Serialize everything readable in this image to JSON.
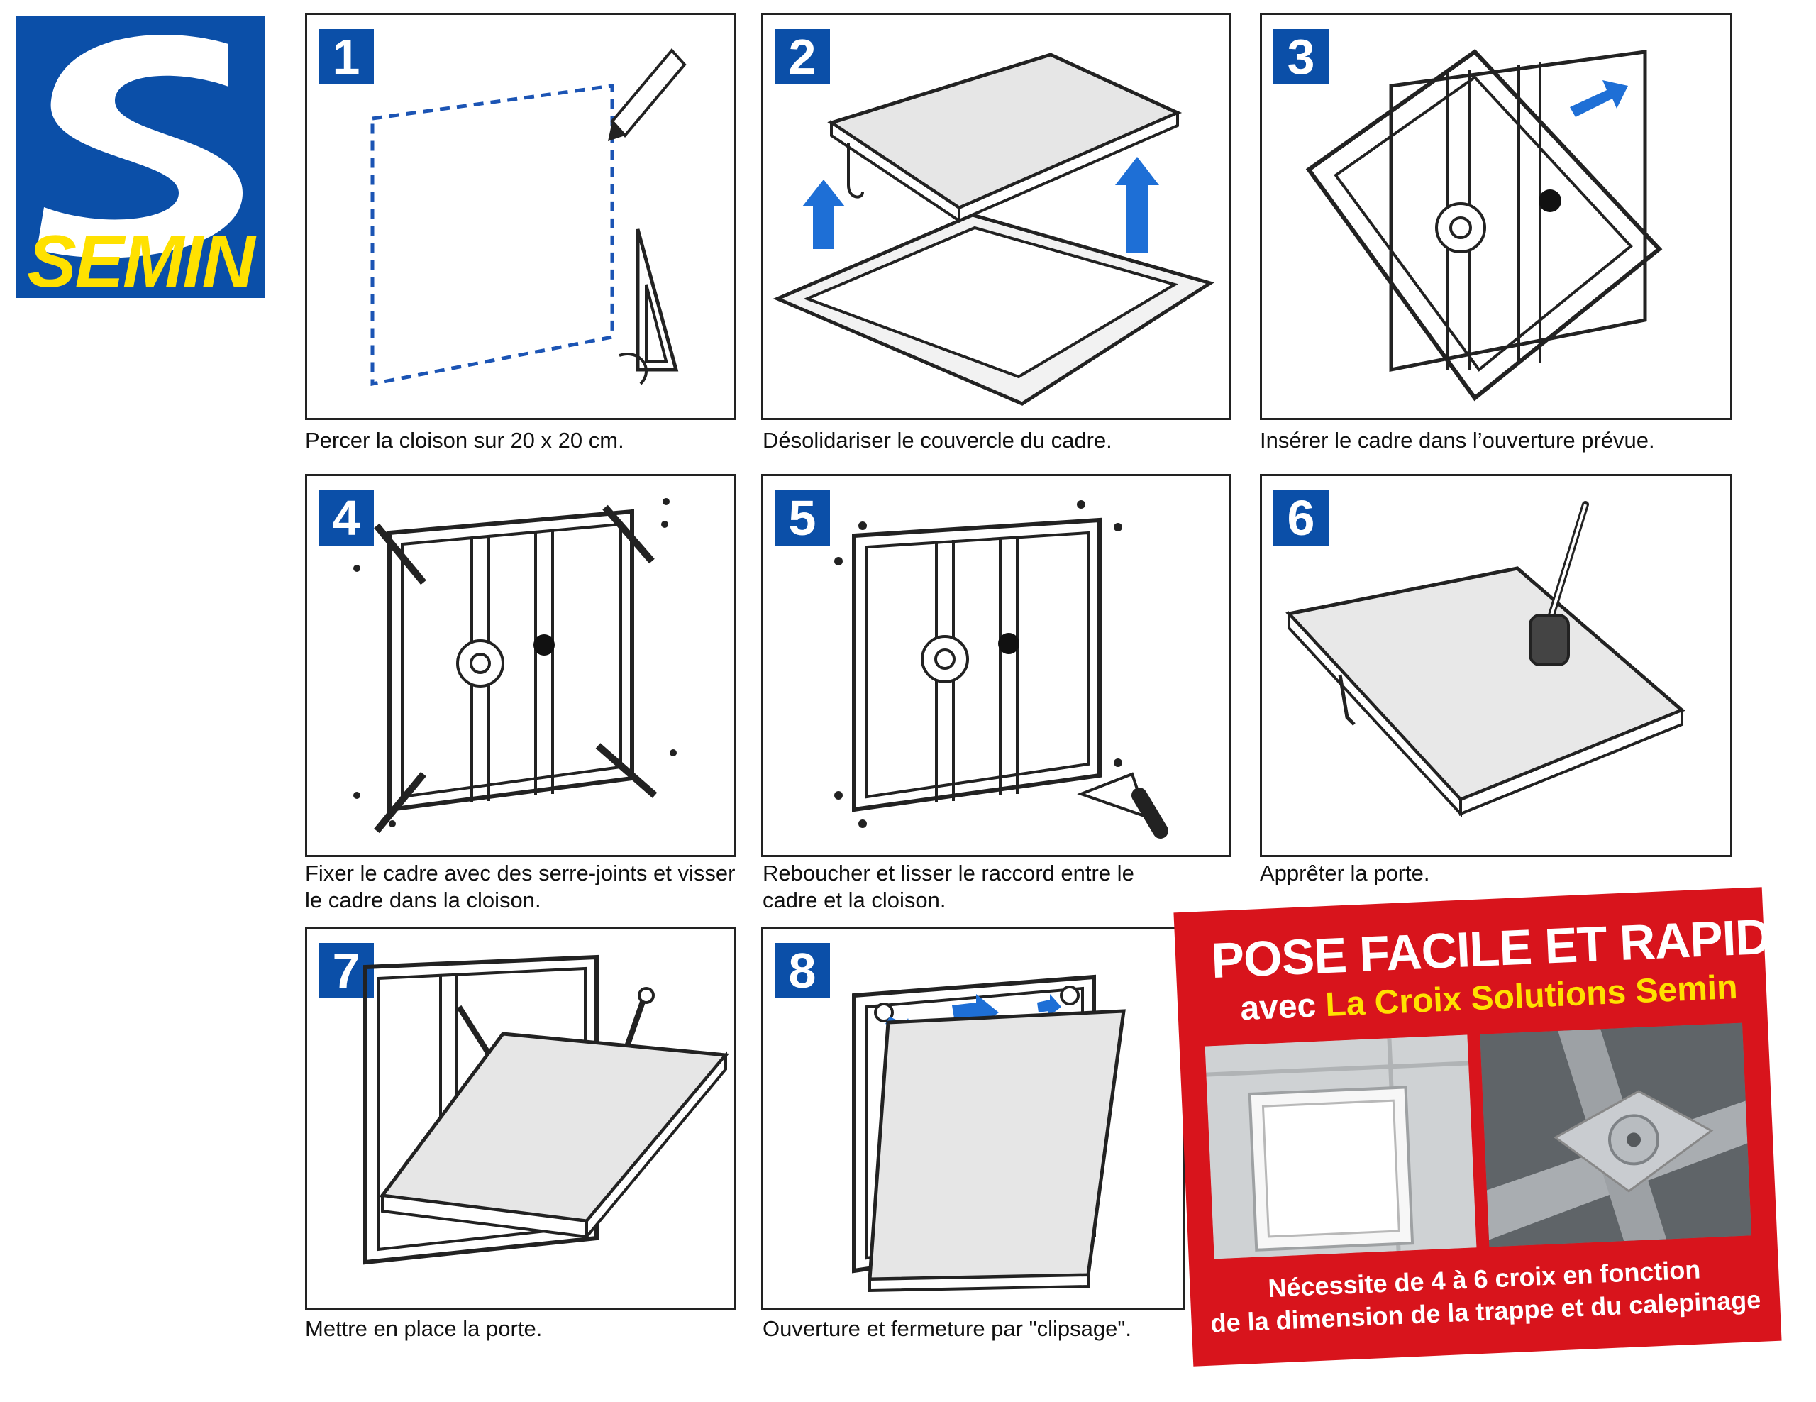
{
  "brand": {
    "logo_text": "SEMIN",
    "colors": {
      "blue": "#0b4fa8",
      "yellow": "#ffe100",
      "red": "#d8141c"
    }
  },
  "steps": [
    {
      "number": "1",
      "caption": "Percer la cloison sur 20 x 20 cm.",
      "icons": [
        "pencil-icon",
        "set-square-icon"
      ]
    },
    {
      "number": "2",
      "caption": "Désolidariser le couvercle du cadre.",
      "icons": [
        "up-arrow-icon"
      ]
    },
    {
      "number": "3",
      "caption": "Insérer le cadre dans l’ouverture prévue.",
      "icons": [
        "right-arrow-icon"
      ]
    },
    {
      "number": "4",
      "caption_line1": "Fixer le cadre avec des serre-joints et visser",
      "caption_line2": "le cadre dans la cloison.",
      "icons": [
        "clamp-icon",
        "screw-icon"
      ]
    },
    {
      "number": "5",
      "caption_line1": "Reboucher et lisser le raccord entre le",
      "caption_line2": "cadre et la cloison.",
      "icons": [
        "putty-knife-icon"
      ]
    },
    {
      "number": "6",
      "caption": "Apprêter la porte.",
      "icons": [
        "paintbrush-icon"
      ]
    },
    {
      "number": "7",
      "caption": "Mettre en place la porte.",
      "icons": []
    },
    {
      "number": "8",
      "caption": "Ouverture et fermeture par \"clipsage\".",
      "icons": [
        "arrow-icon"
      ]
    }
  ],
  "promo": {
    "title": "POSE FACILE ET RAPIDE",
    "subtitle_prefix": "avec ",
    "subtitle_brand": "La Croix Solutions Semin",
    "note_line1": "Nécessite de 4 à 6 croix en fonction",
    "note_line2": "de la dimension de la trappe et du calepinage"
  }
}
